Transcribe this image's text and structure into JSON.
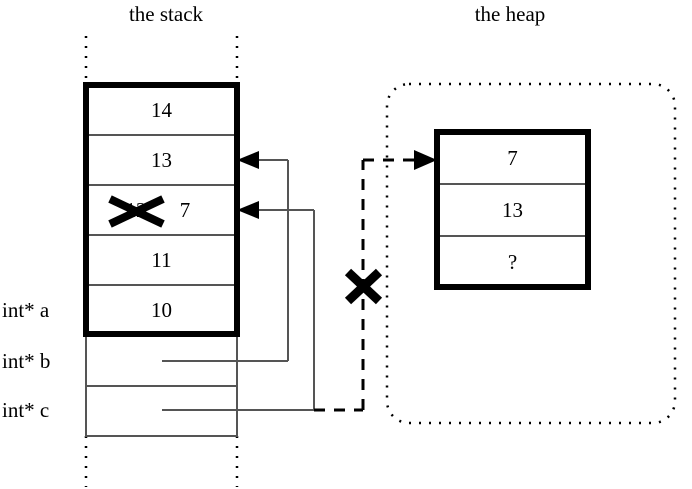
{
  "diagram": {
    "title_stack": "the stack",
    "title_heap": "the heap",
    "stack": {
      "boxed_cells": [
        {
          "value": "14"
        },
        {
          "value": "13"
        },
        {
          "value": "12",
          "struck": true,
          "extra": "7"
        },
        {
          "value": "11"
        },
        {
          "value": "10"
        }
      ],
      "variables": [
        {
          "name": "int* a",
          "value": "10"
        },
        {
          "name": "int* b",
          "value": ""
        },
        {
          "name": "int* c",
          "value": ""
        }
      ]
    },
    "heap": {
      "cells": [
        {
          "value": "7"
        },
        {
          "value": "13"
        },
        {
          "value": "?"
        }
      ]
    },
    "marks": {
      "struck_value_mark": "X",
      "broken_pointer_mark": "X"
    },
    "colors": {
      "stroke": "#000000",
      "background": "#ffffff",
      "thin_line": "#555555"
    }
  }
}
